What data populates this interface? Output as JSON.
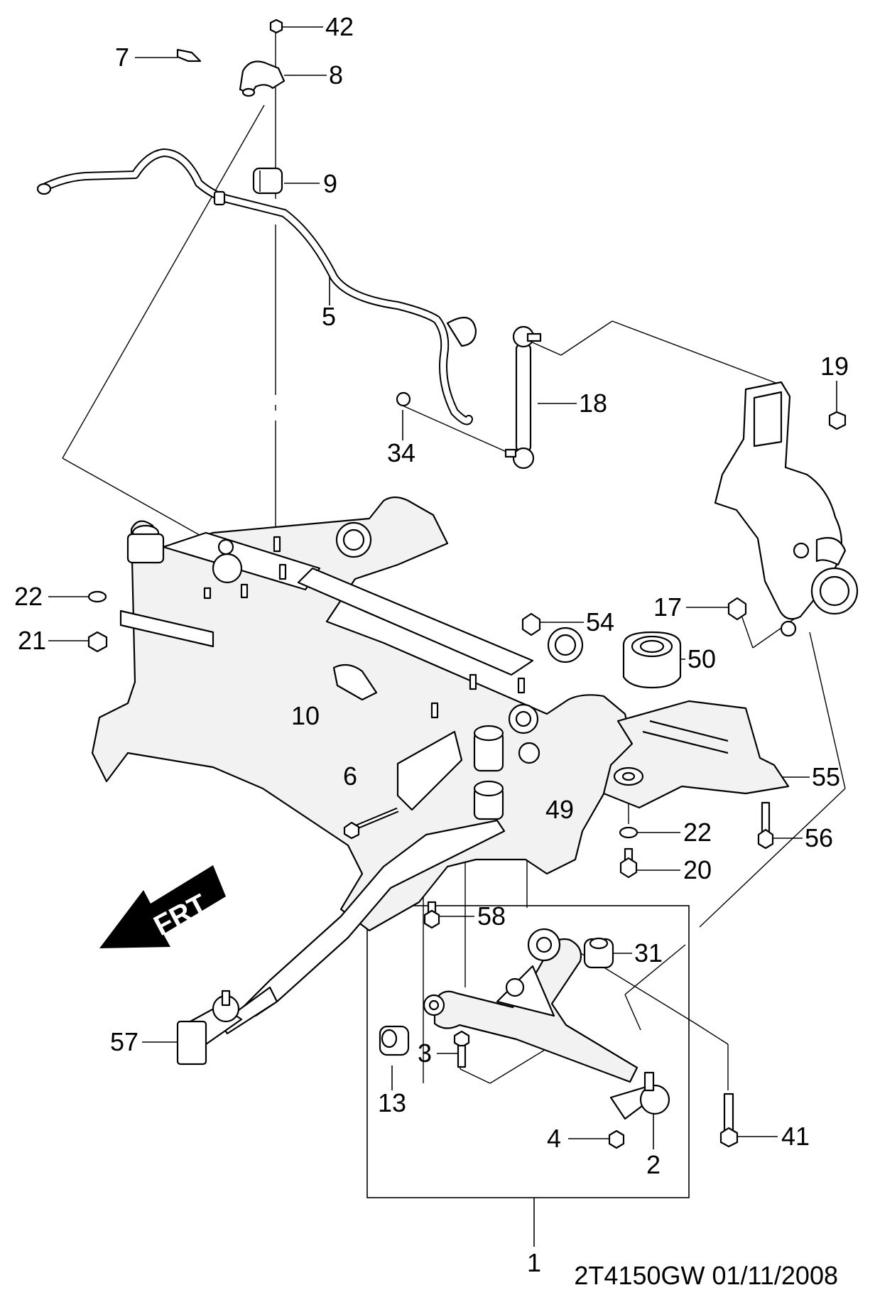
{
  "diagram": {
    "caption": "2T4150GW 01/11/2008",
    "direction_label": "FRT",
    "callouts": {
      "c42": "42",
      "c7": "7",
      "c8": "8",
      "c9": "9",
      "c5": "5",
      "c19": "19",
      "c18": "18",
      "c34": "34",
      "c22a": "22",
      "c21": "21",
      "c10": "10",
      "c17": "17",
      "c54": "54",
      "c50": "50",
      "c55": "55",
      "c6": "6",
      "c49": "49",
      "c22b": "22",
      "c56": "56",
      "c20": "20",
      "c58": "58",
      "c31": "31",
      "c57": "57",
      "c3": "3",
      "c13": "13",
      "c4": "4",
      "c41": "41",
      "c2": "2",
      "c1": "1"
    }
  }
}
